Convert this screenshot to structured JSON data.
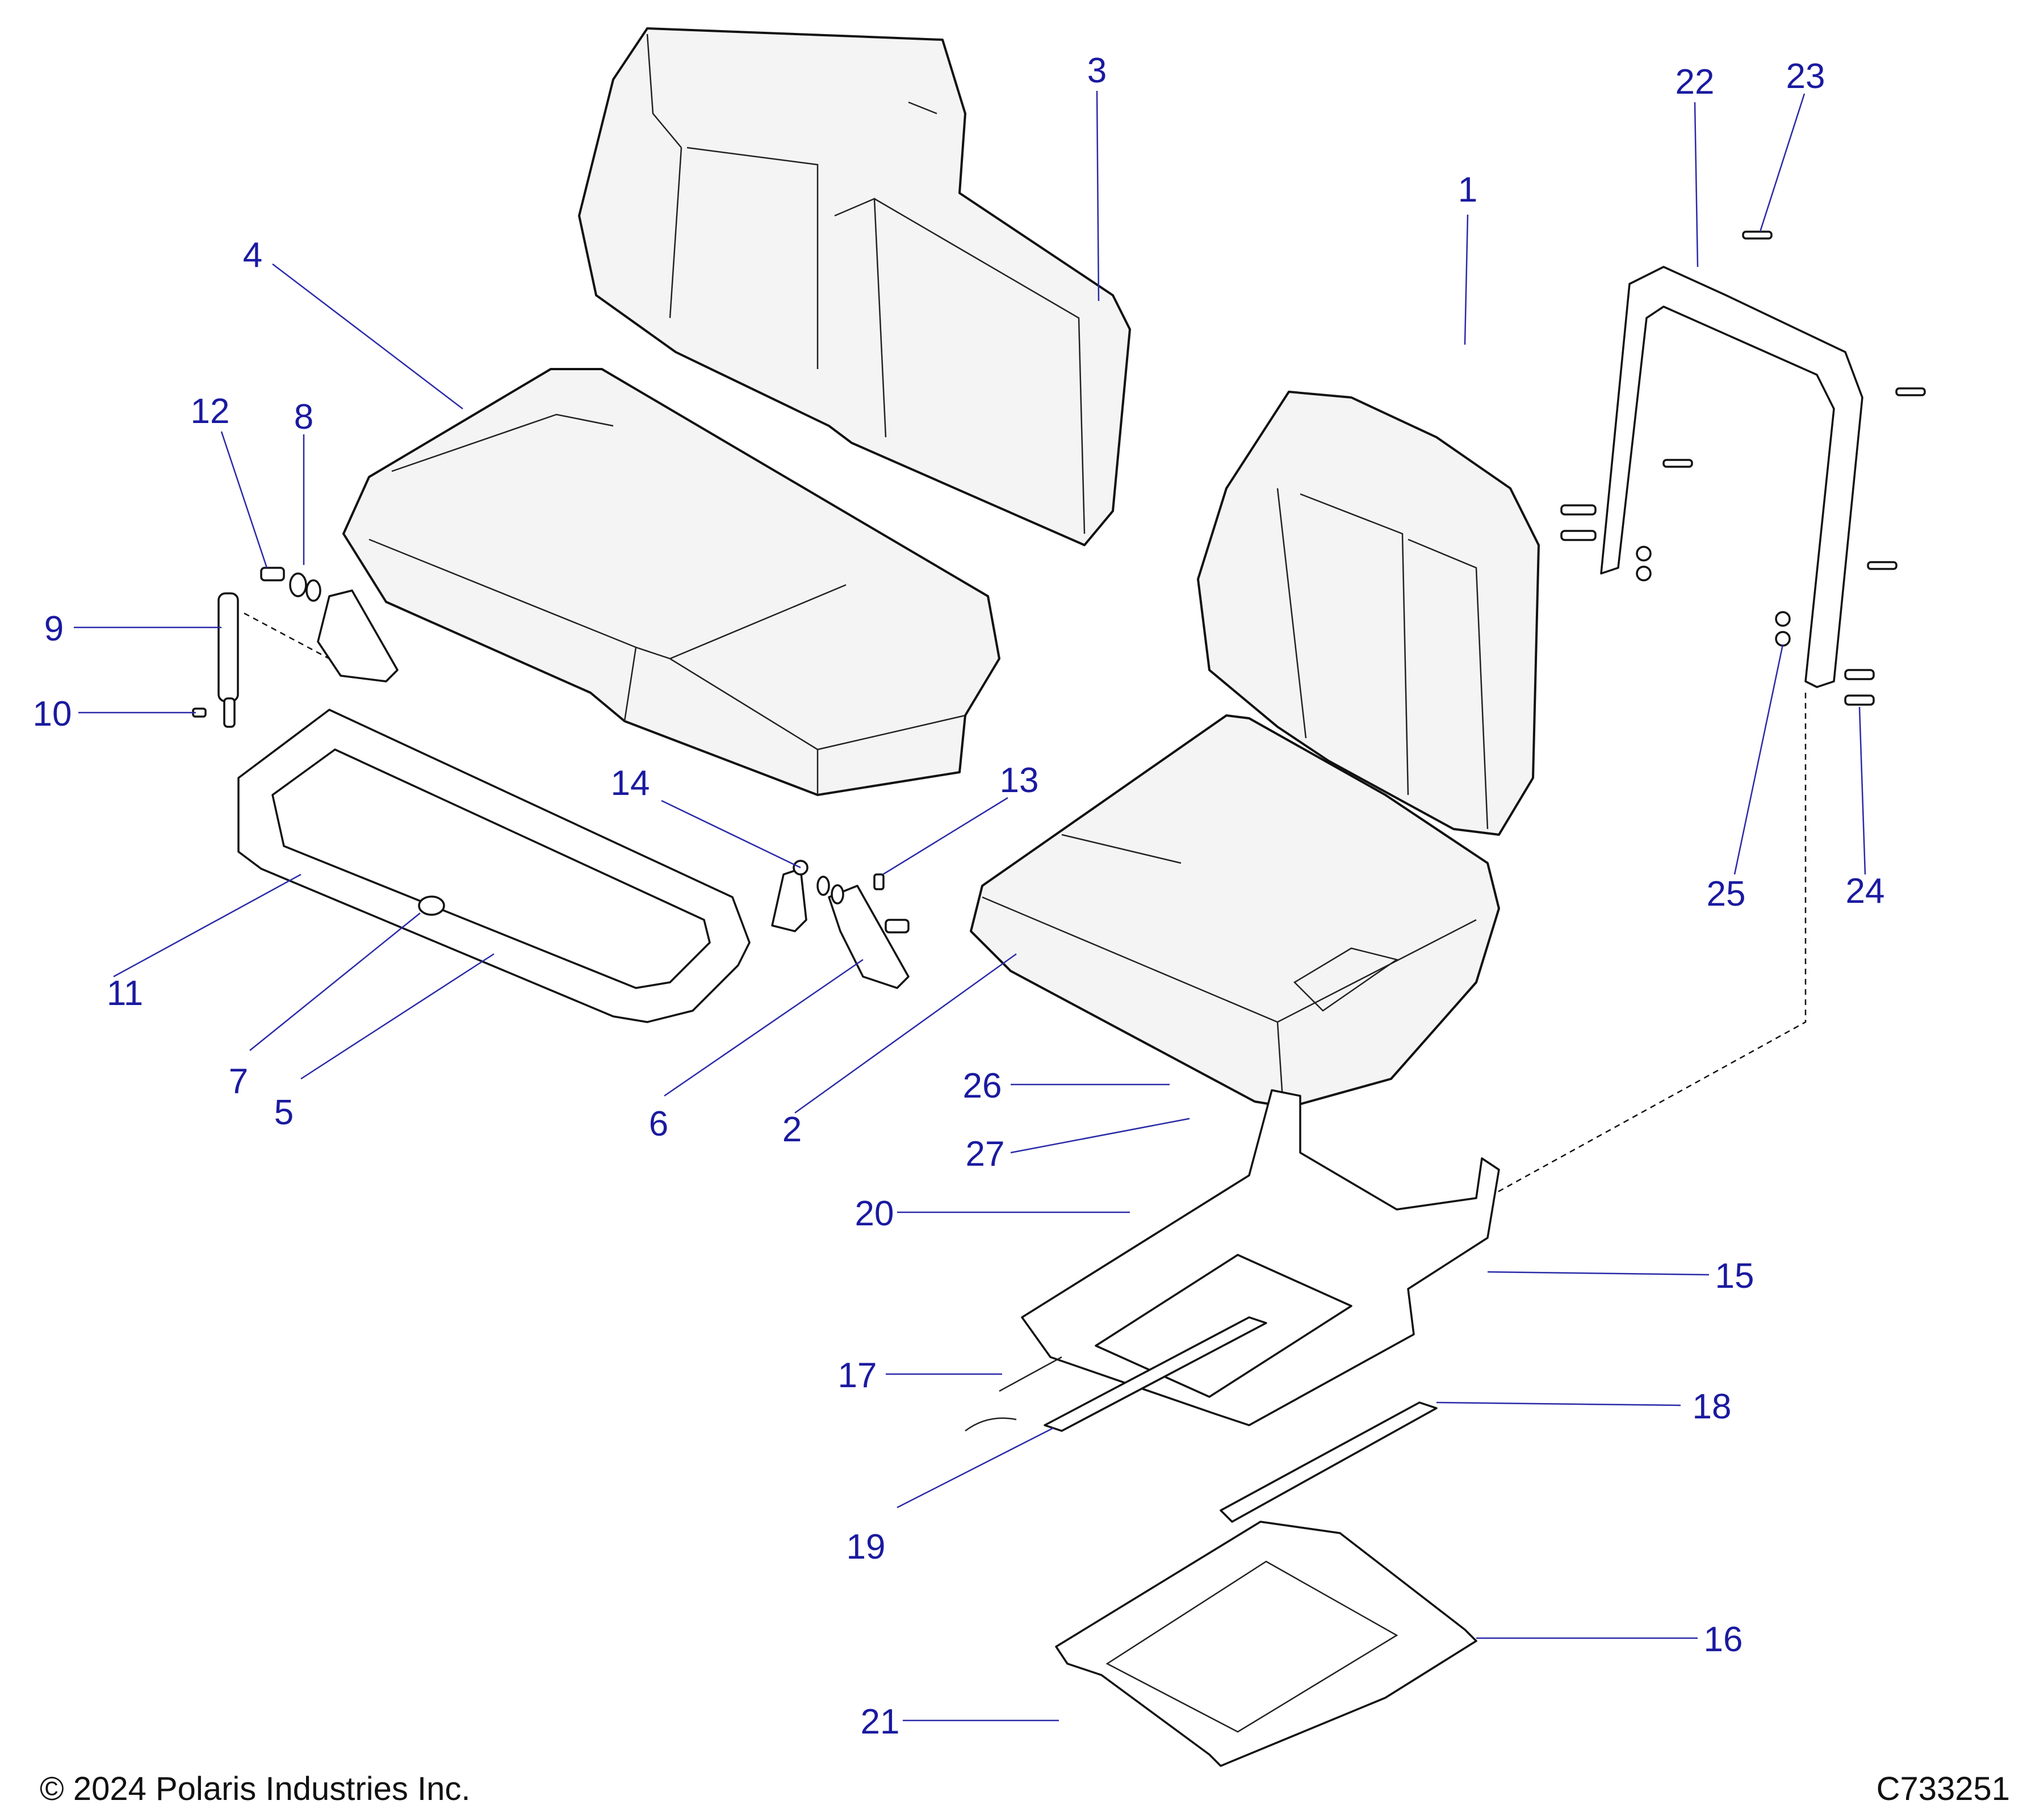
{
  "footer": {
    "copyright": "© 2024 Polaris Industries Inc.",
    "diagram_id": "C733251"
  },
  "callouts": [
    {
      "id": "c1",
      "label": "1"
    },
    {
      "id": "c2",
      "label": "2"
    },
    {
      "id": "c3",
      "label": "3"
    },
    {
      "id": "c4",
      "label": "4"
    },
    {
      "id": "c5",
      "label": "5"
    },
    {
      "id": "c6",
      "label": "6"
    },
    {
      "id": "c7",
      "label": "7"
    },
    {
      "id": "c8",
      "label": "8"
    },
    {
      "id": "c9",
      "label": "9"
    },
    {
      "id": "c10",
      "label": "10"
    },
    {
      "id": "c11",
      "label": "11"
    },
    {
      "id": "c12",
      "label": "12"
    },
    {
      "id": "c13",
      "label": "13"
    },
    {
      "id": "c14",
      "label": "14"
    },
    {
      "id": "c15",
      "label": "15"
    },
    {
      "id": "c16",
      "label": "16"
    },
    {
      "id": "c17",
      "label": "17"
    },
    {
      "id": "c18",
      "label": "18"
    },
    {
      "id": "c19",
      "label": "19"
    },
    {
      "id": "c20",
      "label": "20"
    },
    {
      "id": "c21",
      "label": "21"
    },
    {
      "id": "c22",
      "label": "22"
    },
    {
      "id": "c23",
      "label": "23"
    },
    {
      "id": "c24",
      "label": "24"
    },
    {
      "id": "c25",
      "label": "25"
    },
    {
      "id": "c26",
      "label": "26"
    },
    {
      "id": "c27",
      "label": "27"
    }
  ],
  "colors": {
    "callout_text": "#1a1aa0",
    "leader_line": "#2a2aa8",
    "outline": "#111111"
  }
}
